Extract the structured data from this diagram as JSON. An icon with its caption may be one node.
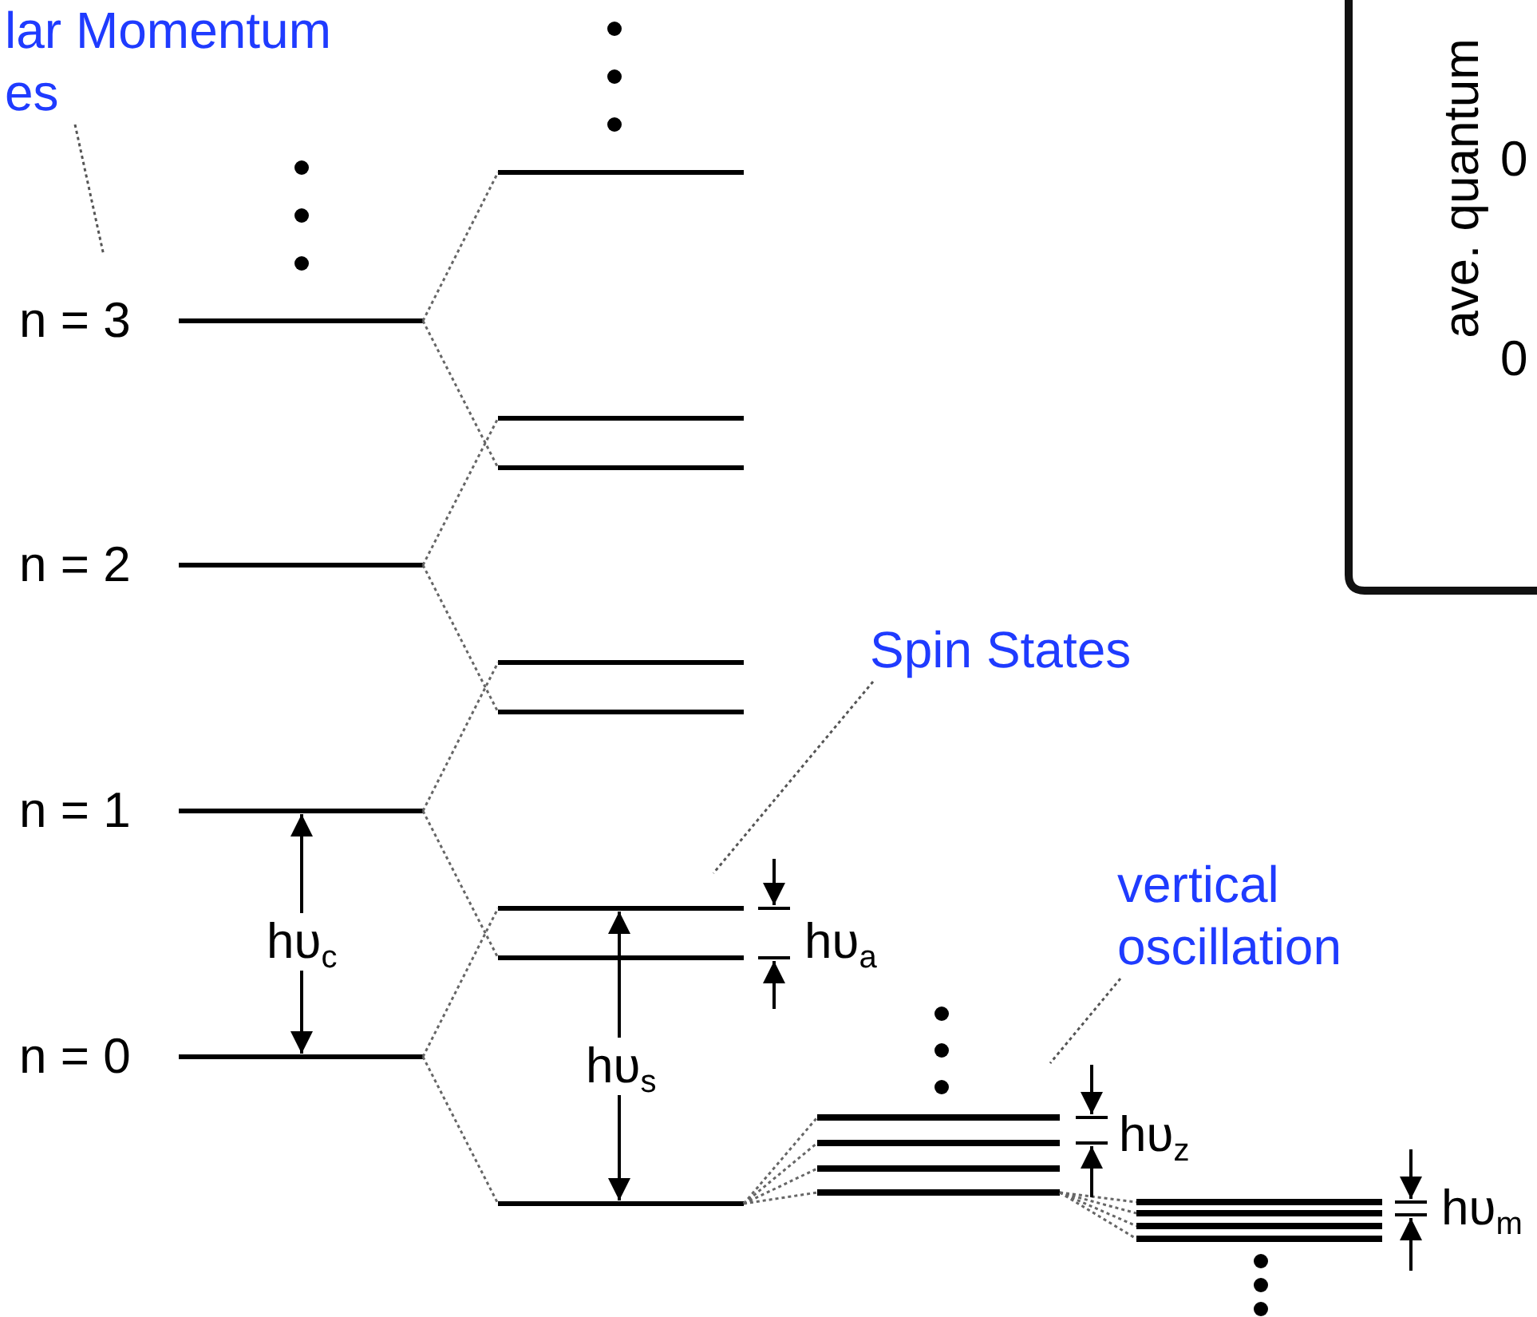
{
  "diagram": {
    "nodes": [
      {
        "text": [
          "lar Momentum es"
        ]
      },
      {
        "text": [
          "Spin States"
        ]
      },
      {
        "text": [
          "vertical oscillation"
        ]
      }
    ],
    "edges": [
      {
        "from": 0,
        "to": null,
        "arrow": "none",
        "style": "dashed"
      },
      {
        "from": 1,
        "to": null,
        "arrow": "none",
        "style": "dashed"
      },
      {
        "from": 2,
        "to": null,
        "arrow": "none",
        "style": "dashed"
      }
    ],
    "labels": [
      "n = 3",
      "n = 2",
      "n = 1",
      "n = 0",
      "hυ$_{c}$",
      "hυ$_{s}$",
      "hυ$_{a}$",
      "hυ$_{z}$",
      "hυ$_{m}$",
      "ave. quantum",
      "0",
      "0"
    ]
  }
}
